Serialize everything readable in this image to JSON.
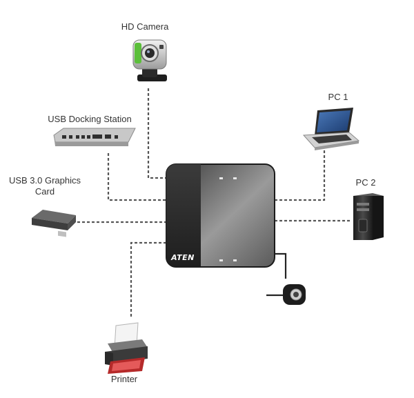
{
  "labels": {
    "hd_camera": "HD Camera",
    "usb_docking_station": "USB Docking Station",
    "usb30_graphics_card": "USB 3.0 Graphics Card",
    "pc1": "PC 1",
    "pc2": "PC 2",
    "printer": "Printer"
  },
  "hub": {
    "brand": "ATEN"
  },
  "colors": {
    "hub_dark": "#2a2a2a",
    "hub_light": "#8e8e8e",
    "connector": "#555555"
  }
}
